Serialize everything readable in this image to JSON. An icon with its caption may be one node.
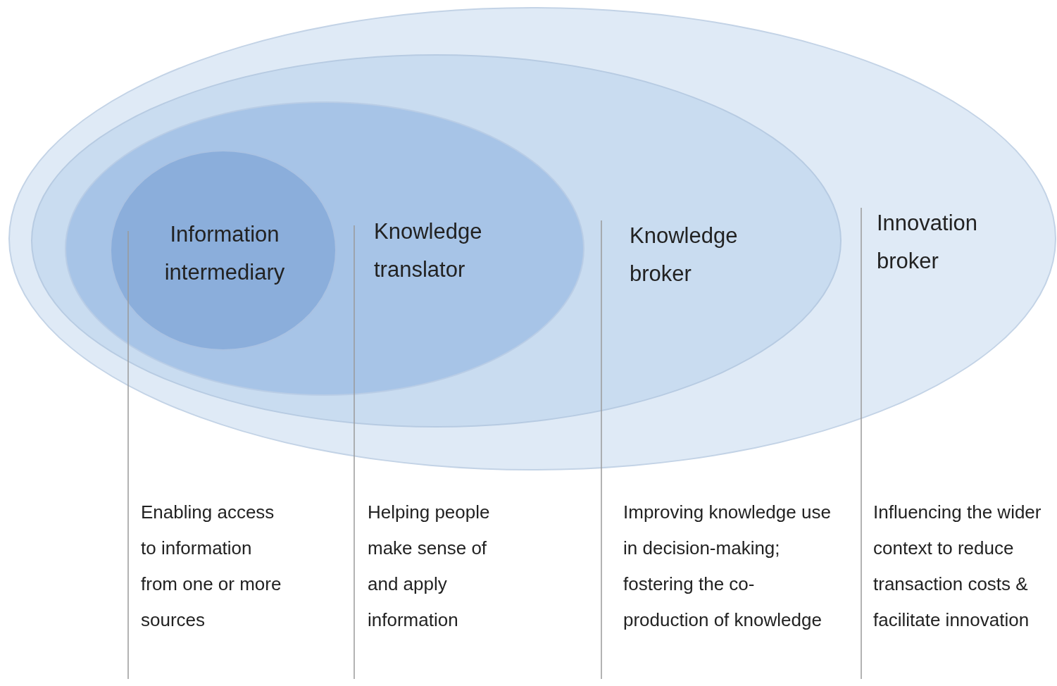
{
  "diagram": {
    "nodes": [
      {
        "text": [
          "Innovation broker"
        ]
      },
      {
        "text": [
          "Knowledge broker"
        ],
        "in": 0
      },
      {
        "text": [
          "Knowledge translator"
        ],
        "in": 1
      },
      {
        "text": [
          "Information intermediary"
        ],
        "in": 2
      }
    ],
    "labels": [
      "Enabling access to information from one or more sources",
      "Helping people make sense of and apply information",
      "Improving knowledge use in decision-making; fostering the co-production of knowledge",
      "Influencing the wider context to reduce transaction costs & facilitate innovation"
    ]
  }
}
